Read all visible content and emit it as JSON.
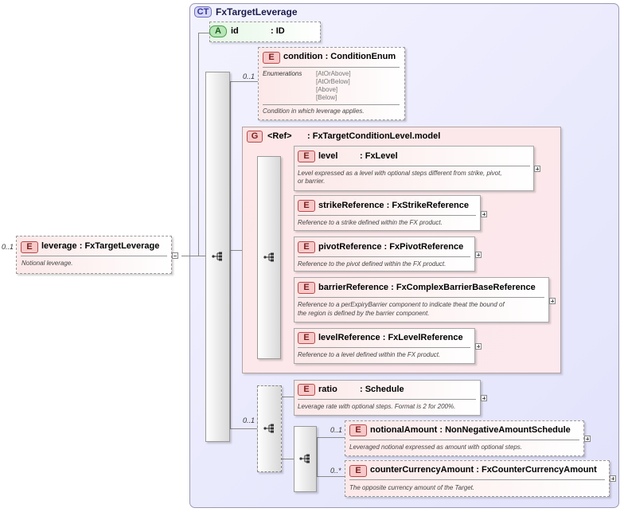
{
  "complex_type": {
    "badge": "CT",
    "name": "FxTargetLeverage"
  },
  "root": {
    "badge": "E",
    "occurs": "0..1",
    "name": "leverage",
    "type": ": FxTargetLeverage",
    "doc": "Notional leverage."
  },
  "attribute": {
    "badge": "A",
    "name": "id",
    "type": ": ID"
  },
  "condition": {
    "badge": "E",
    "occurs": "0..1",
    "name": "condition",
    "type": ": ConditionEnum",
    "enum_label": "Enumerations",
    "enums": [
      "[AtOrAbove]",
      "[AtOrBelow]",
      "[Above]",
      "[Below]"
    ],
    "doc": "Condition in which leverage applies."
  },
  "group": {
    "badge": "G",
    "ref": "<Ref>",
    "type": ": FxTargetConditionLevel.model"
  },
  "level": {
    "badge": "E",
    "name": "level",
    "type": ": FxLevel",
    "doc": [
      "Level expressed as a level with optional steps different from strike, pivot,",
      "or barrier."
    ]
  },
  "strikeReference": {
    "badge": "E",
    "name": "strikeReference",
    "type": ": FxStrikeReference",
    "doc": "Reference to a strike defined within the FX product."
  },
  "pivotReference": {
    "badge": "E",
    "name": "pivotReference",
    "type": ": FxPivotReference",
    "doc": "Reference to the pivot defined within the FX product."
  },
  "barrierReference": {
    "badge": "E",
    "name": "barrierReference",
    "type": ": FxComplexBarrierBaseReference",
    "doc": [
      "Reference to a perExpiryBarrier component to indicate theat the bound of",
      "the region is defined by the barrier component."
    ]
  },
  "levelReference": {
    "badge": "E",
    "name": "levelReference",
    "type": ": FxLevelReference",
    "doc": "Reference to a level defined within the FX product."
  },
  "seq_occurs": "0..1",
  "ratio": {
    "badge": "E",
    "name": "ratio",
    "type": ": Schedule",
    "doc": "Leverage rate with optional steps. Format is 2 for 200%."
  },
  "notionalAmount": {
    "badge": "E",
    "occurs": "0..1",
    "name": "notionalAmount",
    "type": ": NonNegativeAmountSchedule",
    "doc": "Leveraged notional expressed as amount with optional steps."
  },
  "counterCurrencyAmount": {
    "badge": "E",
    "occurs": "0..*",
    "name": "counterCurrencyAmount",
    "type": ": FxCounterCurrencyAmount",
    "doc": "The opposite currency amount of the Target."
  }
}
